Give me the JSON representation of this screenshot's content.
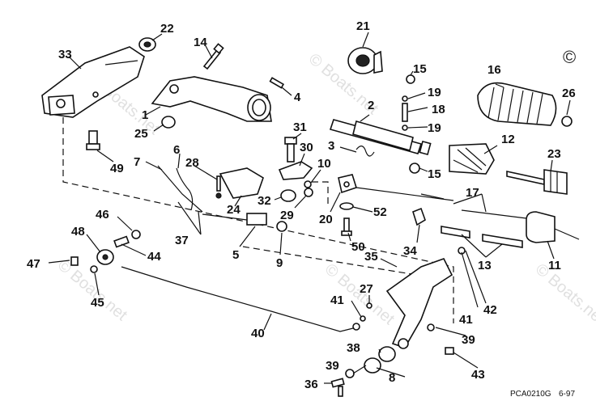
{
  "diagram": {
    "callouts": [
      "1",
      "2",
      "3",
      "4",
      "5",
      "6",
      "7",
      "8",
      "9",
      "10",
      "11",
      "12",
      "13",
      "14",
      "15",
      "15",
      "16",
      "17",
      "18",
      "19",
      "19",
      "20",
      "21",
      "22",
      "23",
      "24",
      "25",
      "26",
      "27",
      "28",
      "29",
      "30",
      "31",
      "32",
      "33",
      "34",
      "35",
      "36",
      "37",
      "38",
      "39",
      "39",
      "40",
      "41",
      "41",
      "42",
      "43",
      "44",
      "45",
      "46",
      "47",
      "48",
      "49",
      "50",
      "52"
    ],
    "drawing_code": "PCA0210G",
    "date": "6-97",
    "watermark": "© Boats.net",
    "copyright_symbol": "©"
  }
}
